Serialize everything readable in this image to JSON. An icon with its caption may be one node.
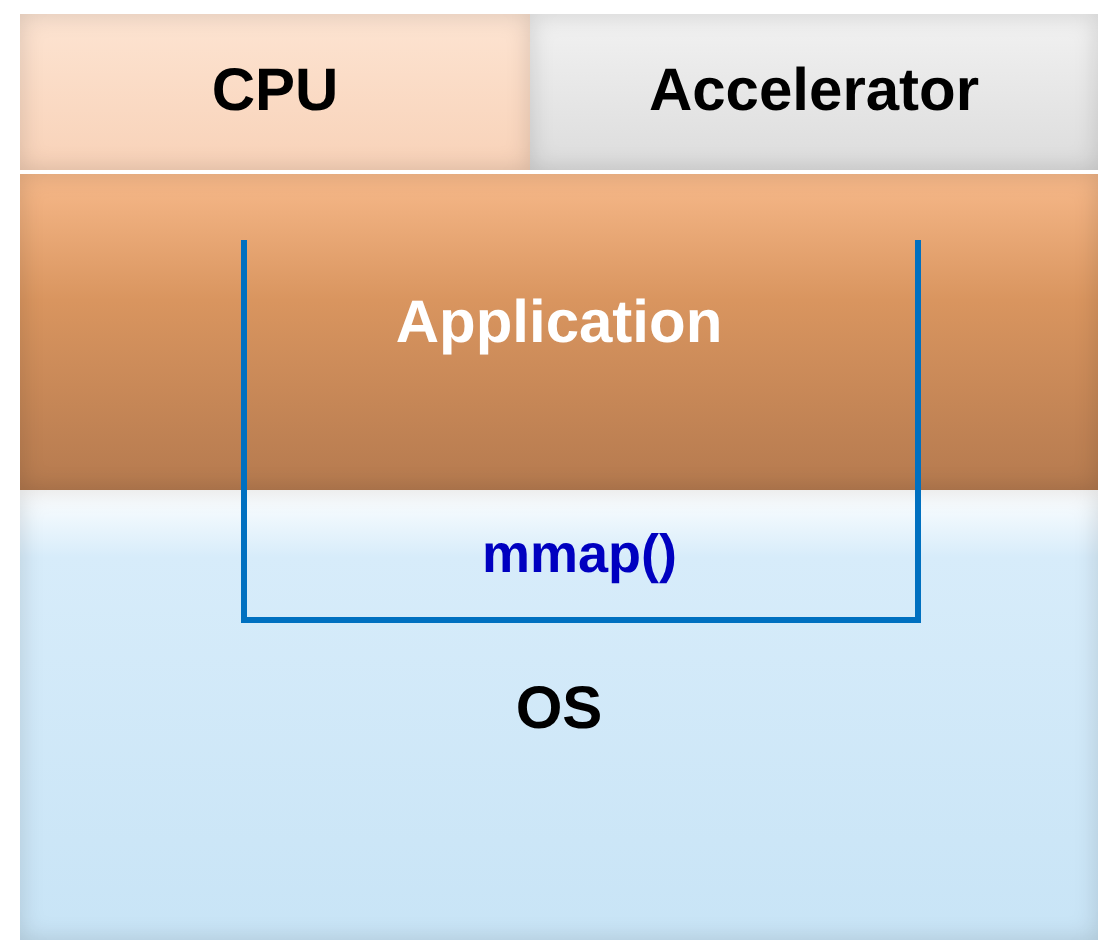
{
  "diagram": {
    "nodes": [
      {
        "text": [
          "CPU"
        ]
      },
      {
        "text": [
          "Accelerator"
        ]
      },
      {
        "text": [
          "Application"
        ]
      },
      {
        "text": [
          "OS"
        ]
      }
    ],
    "labels": [
      "mmap()"
    ]
  }
}
